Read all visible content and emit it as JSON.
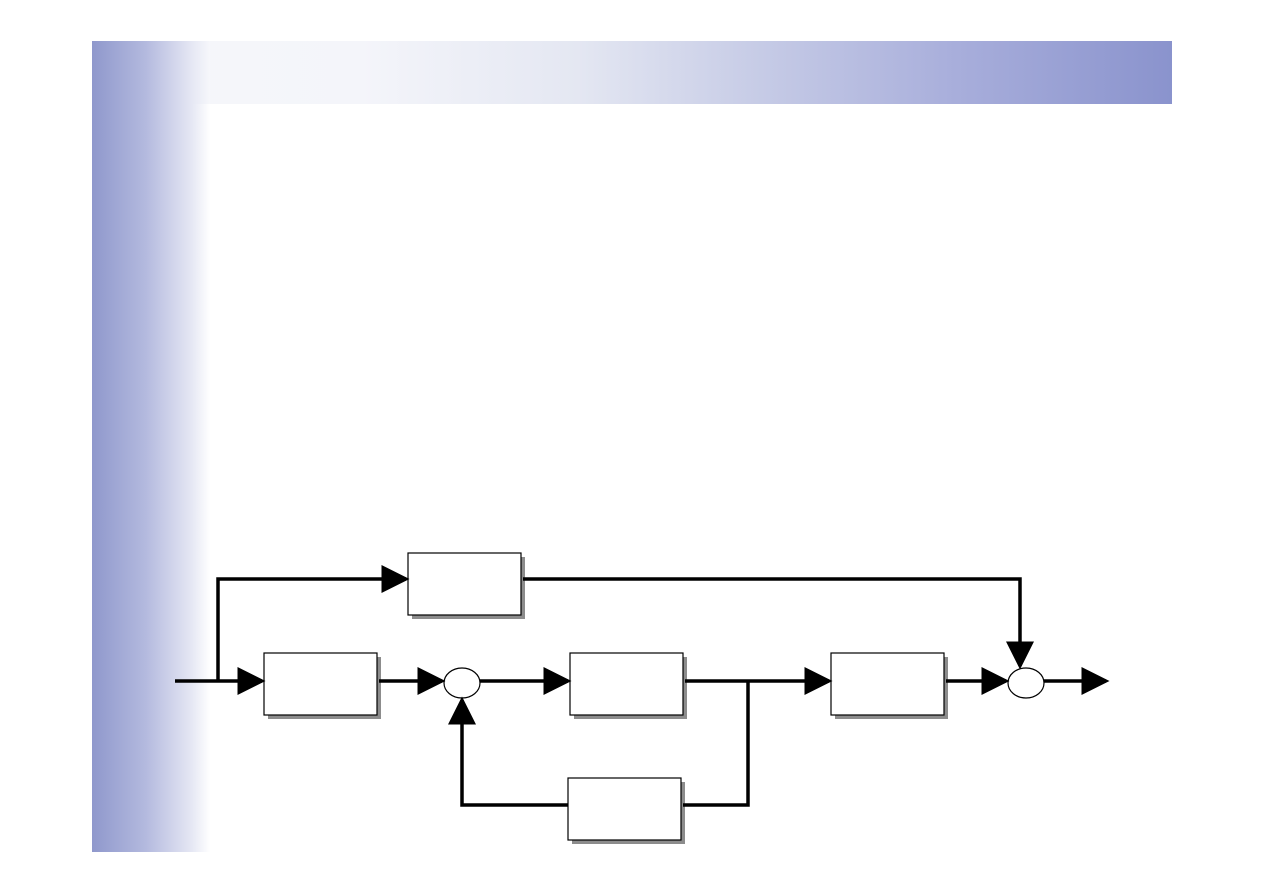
{
  "colors": {
    "band_dark": "#8a93cd",
    "band_light": "#f6f7fb",
    "line": "#000000",
    "block_fill": "#ffffff",
    "block_shadow": "#8c8c8c"
  },
  "diagram": {
    "blocks": [
      {
        "id": "feedforward-block",
        "label": ""
      },
      {
        "id": "prefilter-block",
        "label": ""
      },
      {
        "id": "plant-block",
        "label": ""
      },
      {
        "id": "output-block",
        "label": ""
      },
      {
        "id": "feedback-block",
        "label": ""
      }
    ],
    "junctions": [
      {
        "id": "summing-junction-inner"
      },
      {
        "id": "summing-junction-outer"
      }
    ],
    "icons": [
      "arrowhead-icon"
    ]
  }
}
